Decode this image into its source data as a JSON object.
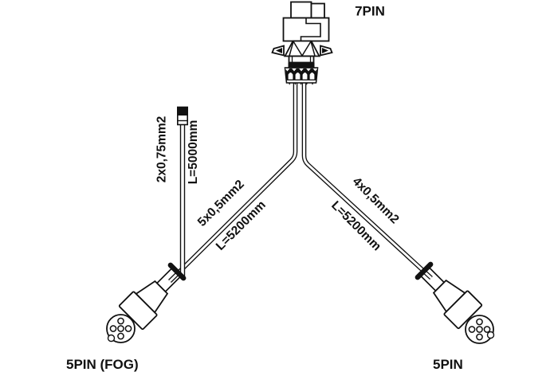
{
  "labels": {
    "connector_top": "7PIN",
    "connector_bottom_left": "5PIN (FOG)",
    "connector_bottom_right": "5PIN"
  },
  "cables": [
    {
      "id": "fog-stub-cable",
      "spec": "2x0,75mm2",
      "length": "L=5000mm"
    },
    {
      "id": "left-branch-cable",
      "spec": "5x0,5mm2",
      "length": "L=5200mm"
    },
    {
      "id": "right-branch-cable",
      "spec": "4x0,5mm2",
      "length": "L=5200mm"
    }
  ],
  "colors": {
    "ink": "#111111",
    "background": "#ffffff"
  }
}
